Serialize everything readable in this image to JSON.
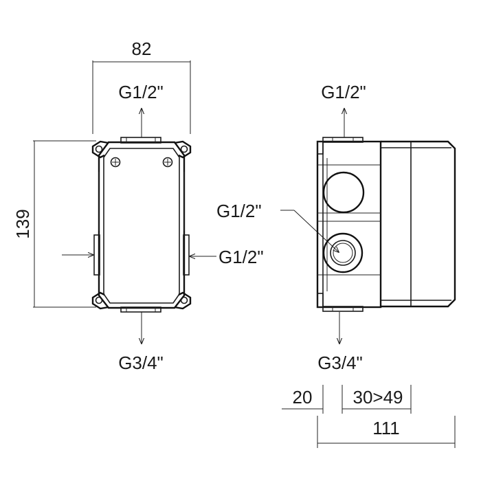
{
  "front_view": {
    "width_dim": "82",
    "height_dim": "139",
    "top_port": "G1/2\"",
    "side_port": "G1/2\"",
    "bottom_port": "G3/4\""
  },
  "side_view": {
    "top_port": "G1/2\"",
    "front_port": "G1/2\"",
    "bottom_port": "G3/4\"",
    "depth_dim_a": "20",
    "depth_dim_b": "30>49",
    "depth_total": "111"
  },
  "colors": {
    "line": "#1a1a1a",
    "background": "#ffffff"
  }
}
